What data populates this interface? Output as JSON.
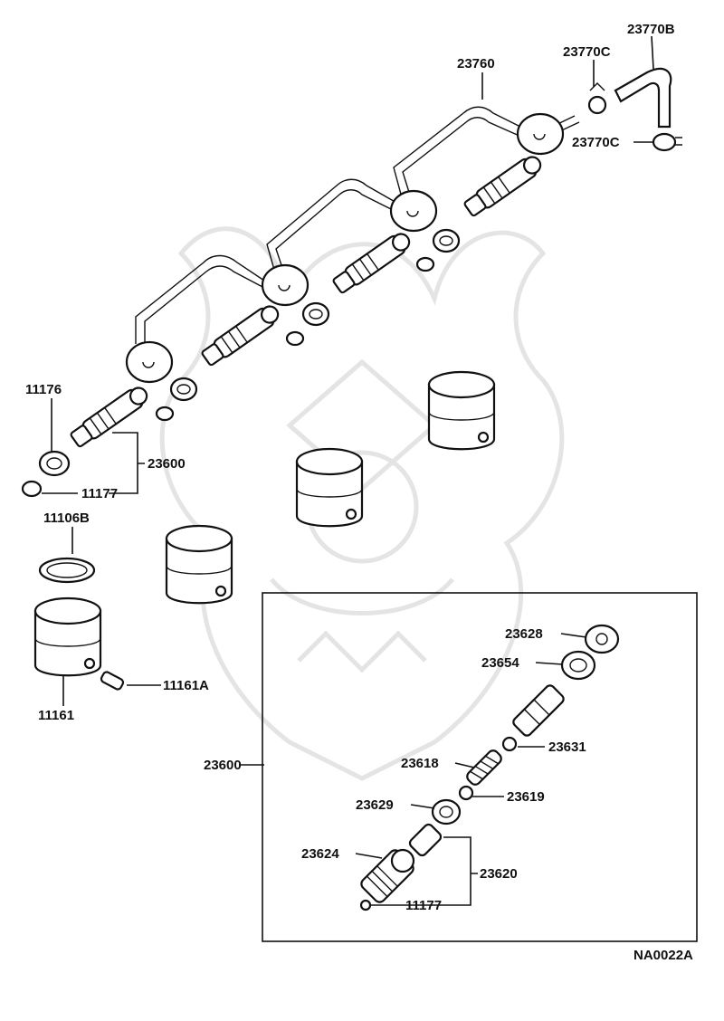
{
  "labels": {
    "p23770B": "23770B",
    "p23770C_top": "23770C",
    "p23760": "23760",
    "p23770C_right": "23770C",
    "p11176": "11176",
    "p23600_left": "23600",
    "p11177_left": "11177",
    "p11106B": "11106B",
    "p11161A": "11161A",
    "p11161": "11161",
    "p23600_box": "23600",
    "p23628": "23628",
    "p23654": "23654",
    "p23631": "23631",
    "p23618": "23618",
    "p23619": "23619",
    "p23629": "23629",
    "p23624": "23624",
    "p23620": "23620",
    "p11177_box": "11177",
    "diagram_code": "NA0022A"
  }
}
